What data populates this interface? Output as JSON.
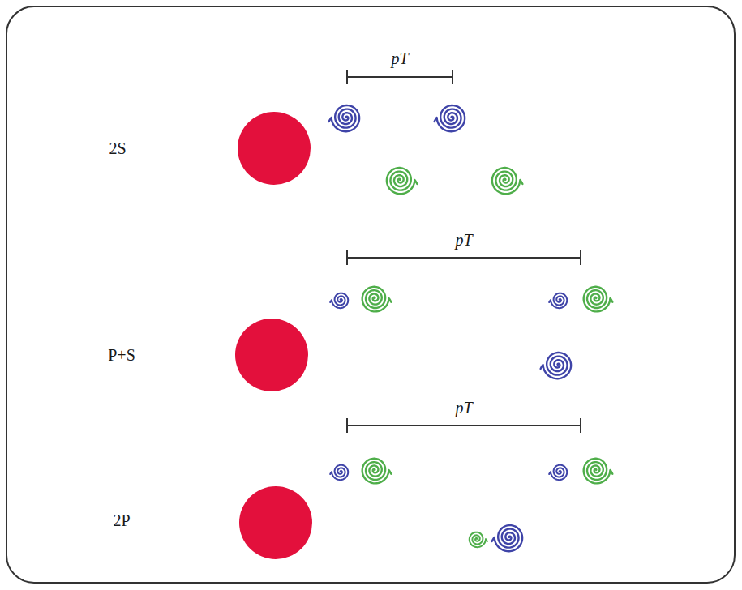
{
  "diagram": {
    "labels": [
      "pT",
      "2S",
      "pT",
      "P+S",
      "pT",
      "2P"
    ]
  }
}
